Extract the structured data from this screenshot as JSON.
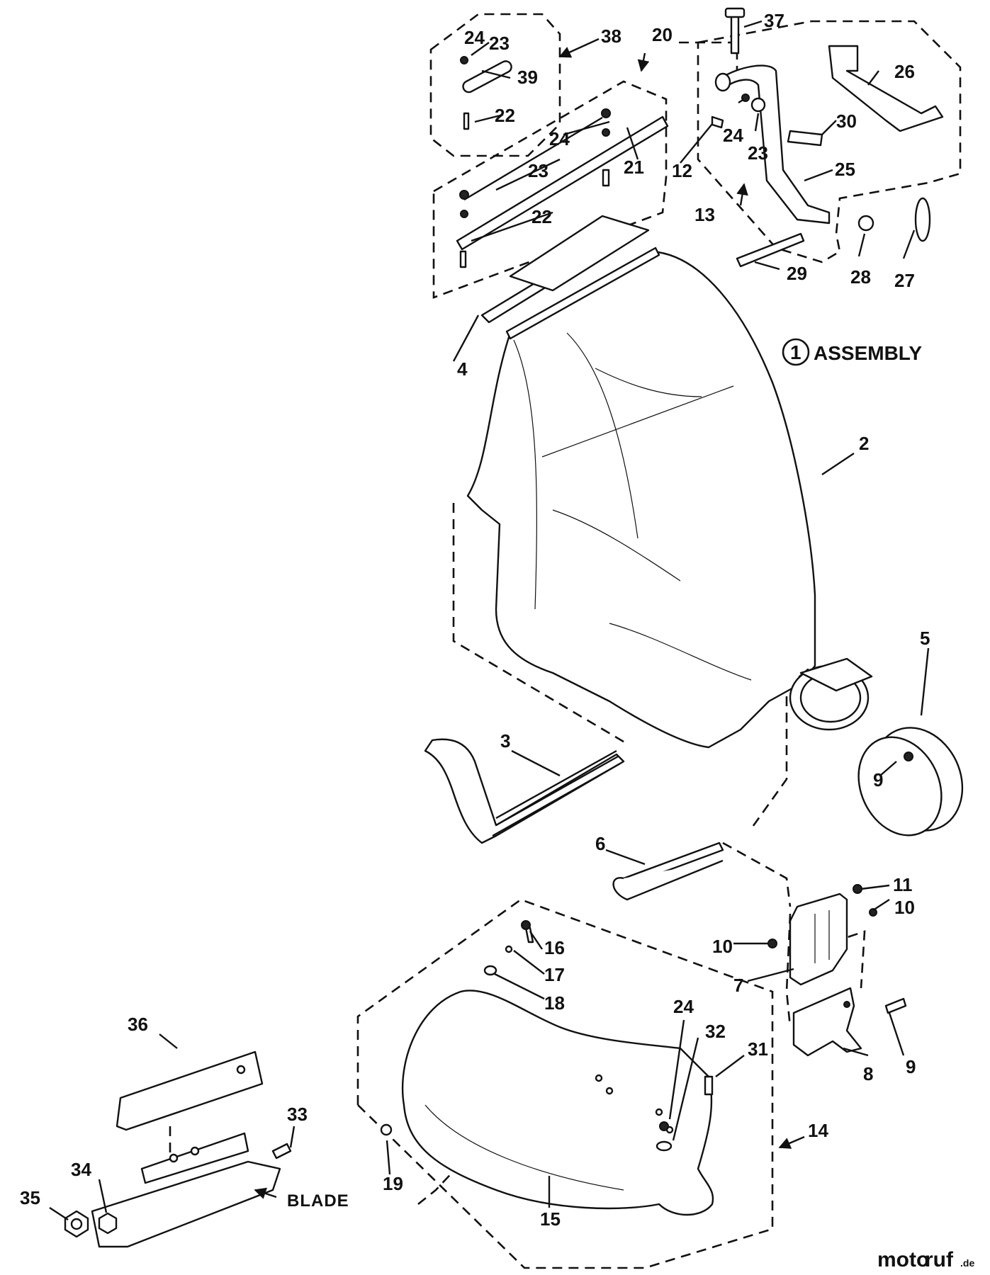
{
  "assembly": {
    "number": "1",
    "label": "ASSEMBLY"
  },
  "labels": {
    "blade": "BLADE"
  },
  "callouts": [
    "38",
    "24",
    "23",
    "39",
    "22",
    "20",
    "24",
    "23",
    "21",
    "22",
    "37",
    "26",
    "24",
    "23",
    "30",
    "12",
    "13",
    "25",
    "29",
    "28",
    "27",
    "4",
    "2",
    "5",
    "9",
    "3",
    "6",
    "11",
    "10",
    "10",
    "7",
    "8",
    "9",
    "16",
    "17",
    "18",
    "24",
    "32",
    "31",
    "19",
    "14",
    "15",
    "36",
    "33",
    "34",
    "35"
  ],
  "watermark": {
    "moto": "moto",
    "ruf": "ruf",
    "tld": ".de"
  }
}
